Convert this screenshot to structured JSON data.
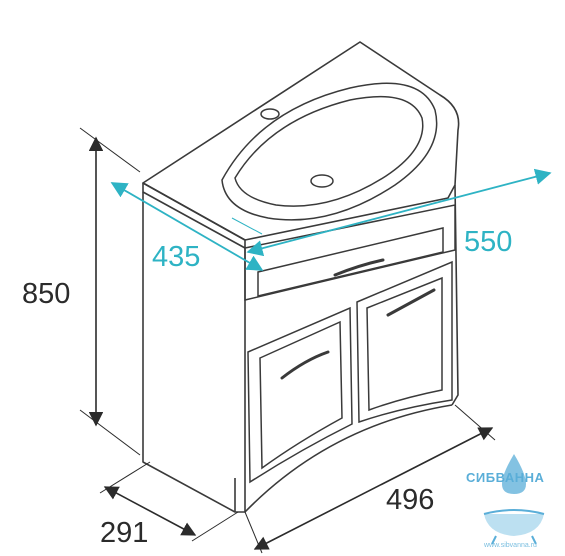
{
  "colors": {
    "outline": "#3a3a3a",
    "dimension_black": "#2b2b2b",
    "dimension_teal": "#2eb3c4",
    "logo_blue": "#5aaed8"
  },
  "dimensions": {
    "height": "850",
    "side_depth": "291",
    "front_width": "496",
    "basin_depth": "435",
    "basin_width": "550"
  },
  "logo": {
    "brand": "СИБВАННА",
    "url": "www.sibvanna.ru"
  }
}
